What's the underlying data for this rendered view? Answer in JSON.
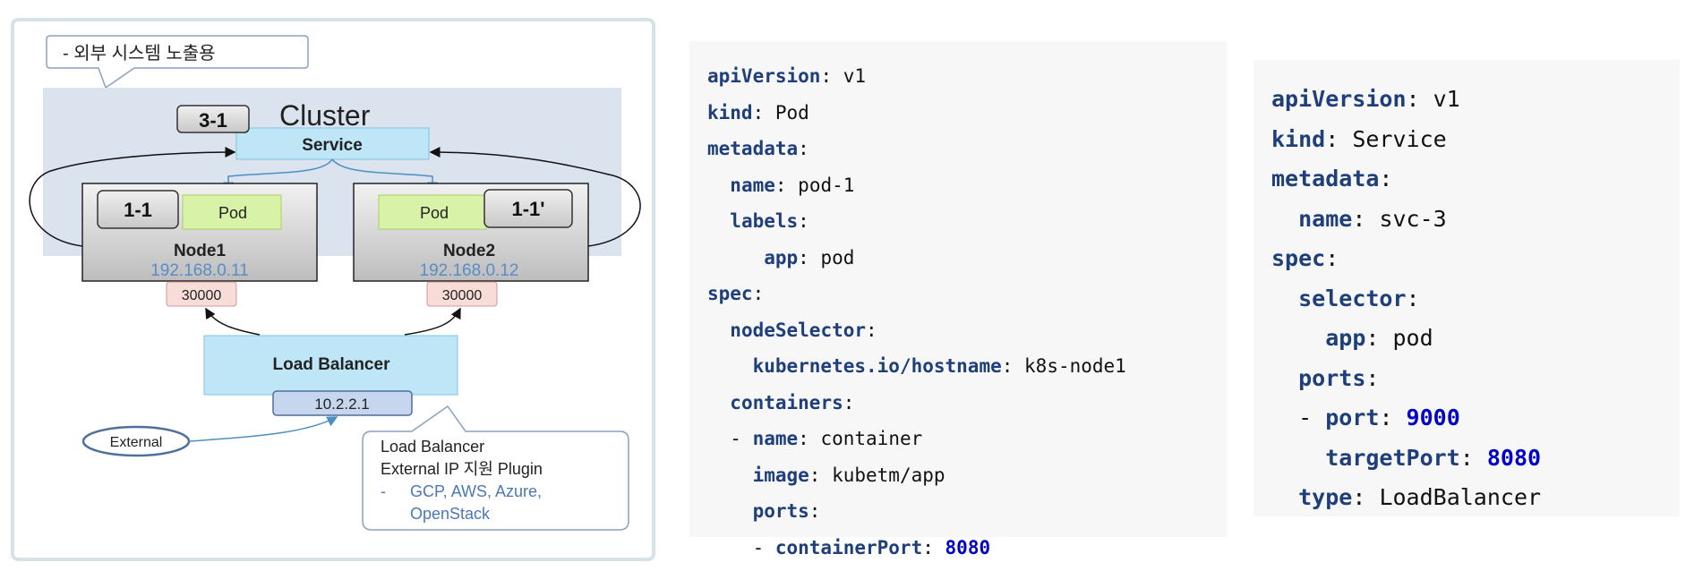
{
  "diagram": {
    "callout_top": "- 외부 시스템 노출용",
    "cluster_label": "Cluster",
    "service_badge": "3-1",
    "service_label": "Service",
    "node1": {
      "label": "Node1",
      "ip": "192.168.0.11",
      "pod": "Pod",
      "badge": "1-1",
      "port": "30000"
    },
    "node2": {
      "label": "Node2",
      "ip": "192.168.0.12",
      "pod": "Pod",
      "badge": "1-1'",
      "port": "30000"
    },
    "load_balancer": {
      "label": "Load Balancer",
      "ip": "10.2.2.1"
    },
    "external_label": "External",
    "callout_lb": {
      "line1": "Load Balancer",
      "line2": "External IP 지원 Plugin",
      "bullet": "-",
      "line3": "GCP, AWS, Azure,",
      "line4": "OpenStack"
    }
  },
  "pod_yaml": [
    {
      "indent": "",
      "key": "apiVersion",
      "value": " v1"
    },
    {
      "indent": "",
      "key": "kind",
      "value": " Pod"
    },
    {
      "indent": "",
      "key": "metadata",
      "value": ""
    },
    {
      "indent": "  ",
      "key": "name",
      "value": " pod-1"
    },
    {
      "indent": "  ",
      "key": "labels",
      "value": ""
    },
    {
      "indent": "     ",
      "key": "app",
      "value": " pod"
    },
    {
      "indent": "",
      "key": "spec",
      "value": ""
    },
    {
      "indent": "  ",
      "key": "nodeSelector",
      "value": ""
    },
    {
      "indent": "    ",
      "key": "kubernetes.io/hostname",
      "value": " k8s-node1"
    },
    {
      "indent": "  ",
      "key": "containers",
      "value": ""
    },
    {
      "indent": "  - ",
      "key": "name",
      "value": " container"
    },
    {
      "indent": "    ",
      "key": "image",
      "value": " kubetm/app"
    },
    {
      "indent": "    ",
      "key": "ports",
      "value": ""
    },
    {
      "indent": "    - ",
      "key": "containerPort",
      "num": " 8080"
    }
  ],
  "service_yaml": [
    {
      "indent": "",
      "key": "apiVersion",
      "value": " v1"
    },
    {
      "indent": "",
      "key": "kind",
      "value": " Service"
    },
    {
      "indent": "",
      "key": "metadata",
      "value": ""
    },
    {
      "indent": "  ",
      "key": "name",
      "value": " svc-3"
    },
    {
      "indent": "",
      "key": "spec",
      "value": ""
    },
    {
      "indent": "  ",
      "key": "selector",
      "value": ""
    },
    {
      "indent": "    ",
      "key": "app",
      "value": " pod"
    },
    {
      "indent": "  ",
      "key": "ports",
      "value": ""
    },
    {
      "indent": "  - ",
      "key": "port",
      "num": " 9000"
    },
    {
      "indent": "    ",
      "key": "targetPort",
      "num": " 8080"
    },
    {
      "indent": "  ",
      "key": "type",
      "value": " LoadBalancer"
    }
  ]
}
